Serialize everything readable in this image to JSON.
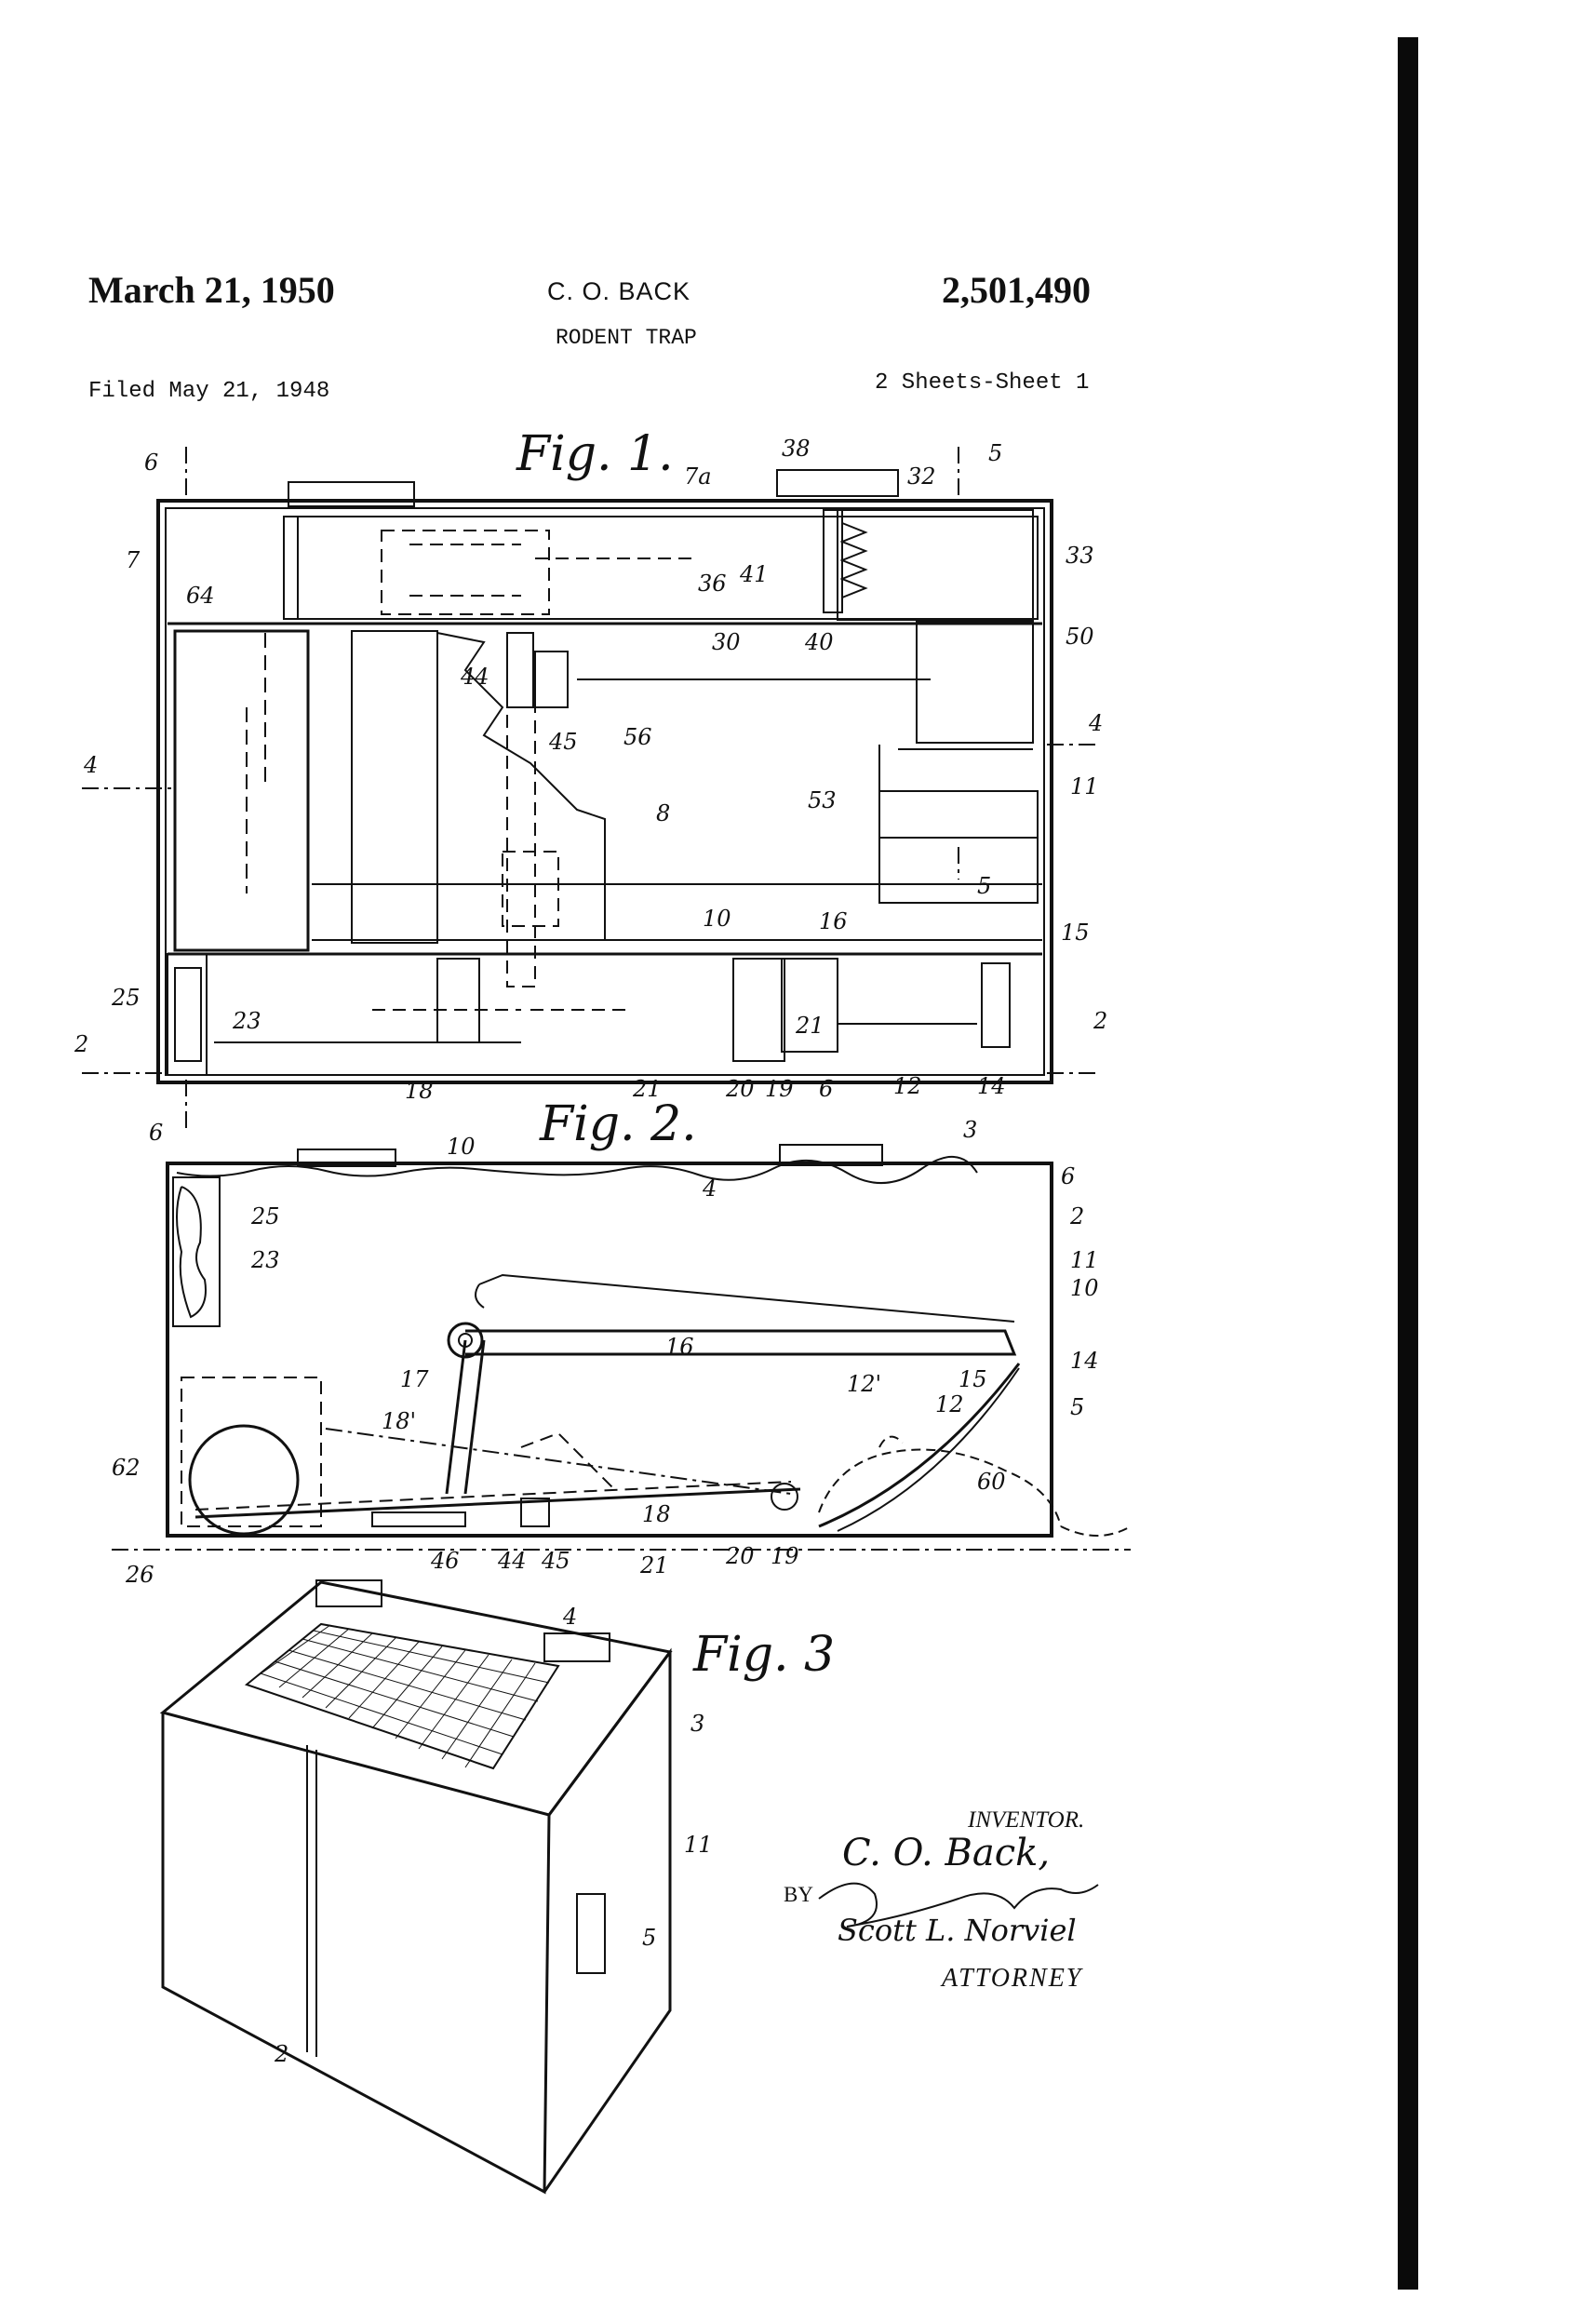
{
  "header": {
    "date": "March 21, 1950",
    "inventor": "C. O. BACK",
    "patent_number": "2,501,490",
    "title": "RODENT TRAP",
    "filed": "Filed May 21, 1948",
    "sheet": "2 Sheets-Sheet 1"
  },
  "figures": {
    "fig1": {
      "title": "Fig. 1.",
      "labels": [
        "6",
        "5",
        "38",
        "7a",
        "32",
        "7",
        "33",
        "64",
        "36",
        "41",
        "30",
        "40",
        "50",
        "44",
        "45",
        "56",
        "4",
        "4",
        "53",
        "11",
        "8",
        "5",
        "10",
        "16",
        "15",
        "25",
        "23",
        "21",
        "2",
        "2",
        "18",
        "21",
        "20",
        "19",
        "6",
        "12",
        "14",
        "6"
      ]
    },
    "fig2": {
      "title": "Fig. 2.",
      "labels": [
        "10",
        "3",
        "4",
        "6",
        "2",
        "25",
        "23",
        "11",
        "10",
        "17",
        "16",
        "12'",
        "15",
        "14",
        "18'",
        "12",
        "5",
        "62",
        "60",
        "18",
        "26",
        "46",
        "44",
        "45",
        "21",
        "20",
        "19"
      ]
    },
    "fig3": {
      "title": "Fig. 3",
      "labels": [
        "4",
        "3",
        "11",
        "5",
        "2"
      ]
    }
  },
  "signature": {
    "inventor_caption": "INVENTOR.",
    "inventor_name": "C. O. Back,",
    "by": "BY",
    "attorney_name": "Scott L. Norviel",
    "attorney_caption": "ATTORNEY"
  }
}
